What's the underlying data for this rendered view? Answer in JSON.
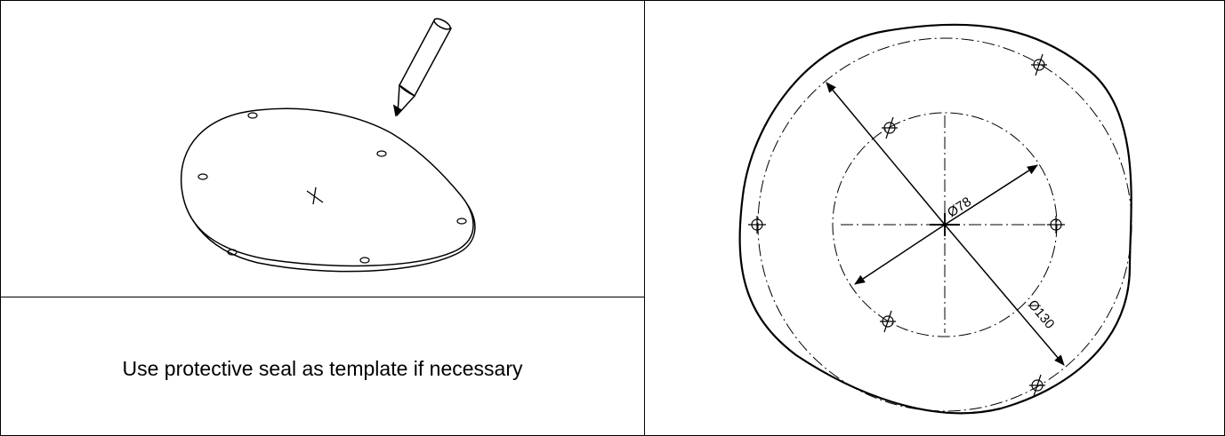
{
  "caption": "Use protective seal as template if necessary",
  "dimension_labels": {
    "inner_diameter": "Ø78",
    "outer_diameter": "Ø130"
  },
  "icons": {
    "pencil": "pencil-icon",
    "center_mark": "x-mark-icon"
  }
}
